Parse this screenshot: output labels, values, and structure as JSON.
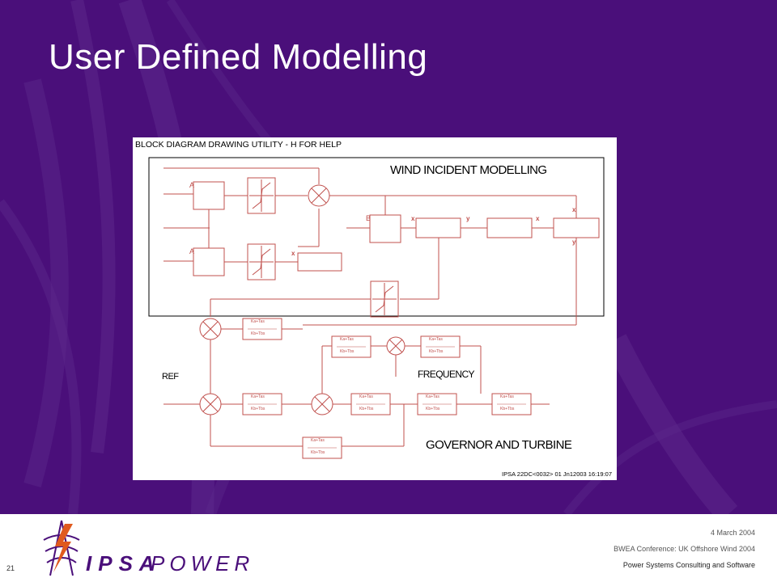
{
  "slide": {
    "title": "User Defined Modelling",
    "colors": {
      "background": "#4a0f7a",
      "text": "#ffffff",
      "diagram_line": "#c0504d"
    }
  },
  "diagram": {
    "utility_title": "BLOCK DIAGRAM DRAWING UTILITY - H FOR HELP",
    "sections": {
      "wind": "WIND INCIDENT MODELLING",
      "frequency": "FREQUENCY",
      "governor": "GOVERNOR AND TURBINE",
      "ref": "REF"
    },
    "signal_labels": {
      "x": "x",
      "y": "y"
    },
    "block_letters": {
      "A": "A",
      "B": "B"
    },
    "transfer_function": {
      "numerator": "Ka+Tas",
      "denominator": "Kb+Tbs"
    },
    "stamp": "IPSA 22DC<0032> 01 Jn12003 16:19:07"
  },
  "footer": {
    "date": "4 March 2004",
    "conference": "BWEA Conference: UK Offshore Wind 2004",
    "company": "Power Systems Consulting and Software",
    "page_number": "21",
    "brand": {
      "ipsa": "IPSA",
      "power": "POWER"
    }
  }
}
